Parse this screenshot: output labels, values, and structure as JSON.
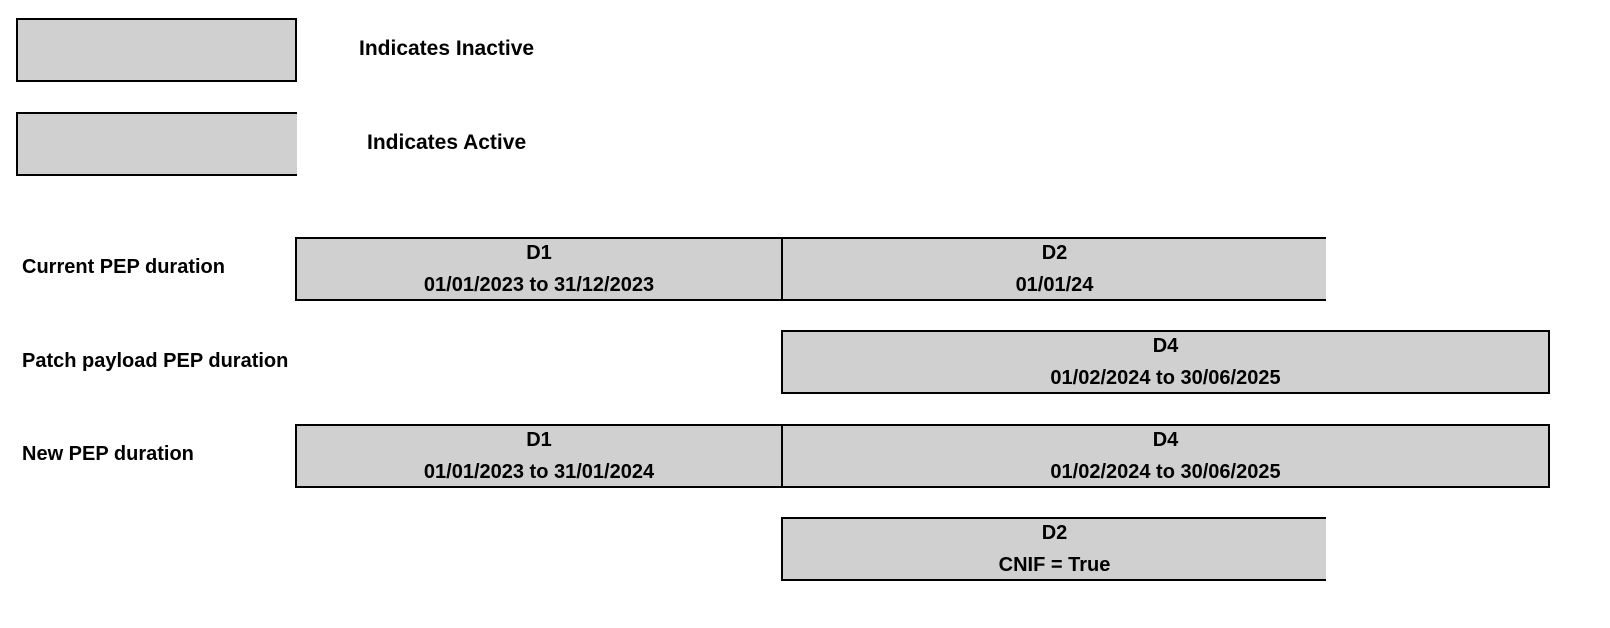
{
  "colors": {
    "fill": "#d0d0d0",
    "border": "#000000"
  },
  "legend": {
    "inactive_label": "Indicates Inactive",
    "active_label": "Indicates Active"
  },
  "rows": {
    "current": {
      "label": "Current PEP duration",
      "d1": {
        "name": "D1",
        "range": "01/01/2023 to 31/12/2023"
      },
      "d2": {
        "name": "D2",
        "range": "01/01/24"
      }
    },
    "patch": {
      "label": "Patch payload PEP duration",
      "d4": {
        "name": "D4",
        "range": "01/02/2024 to 30/06/2025"
      }
    },
    "new": {
      "label": "New PEP duration",
      "d1": {
        "name": "D1",
        "range": "01/01/2023 to 31/01/2024"
      },
      "d4": {
        "name": "D4",
        "range": "01/02/2024 to 30/06/2025"
      }
    },
    "extra": {
      "d2": {
        "name": "D2",
        "range": "CNIF = True"
      }
    }
  }
}
